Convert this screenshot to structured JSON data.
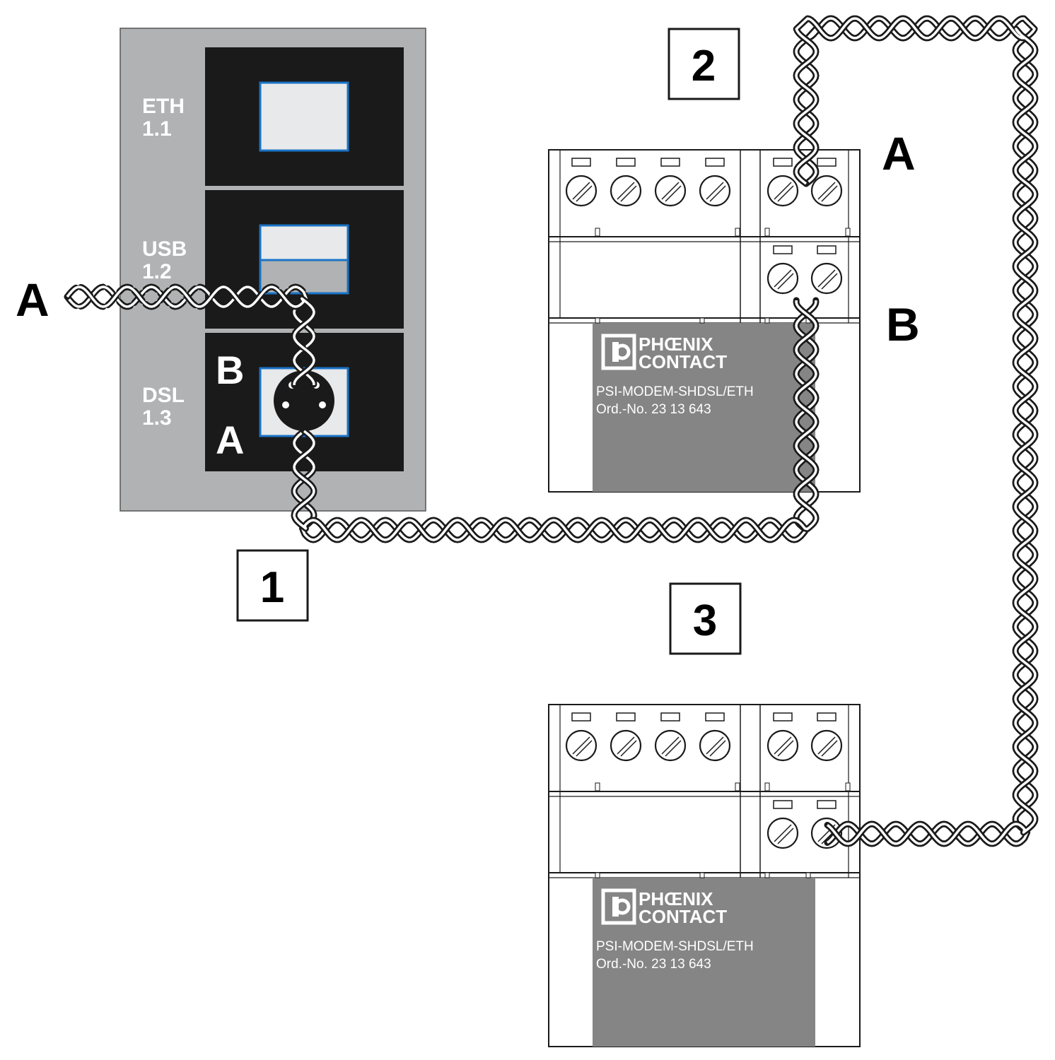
{
  "colors": {
    "panel": "#b0b2b3",
    "module_black": "#1a1a1a",
    "port_fill": "#e8e9eb",
    "port_border": "#1a74c6",
    "modem_label_bg": "#858585",
    "line": "#1a1a1a"
  },
  "device": {
    "slots": [
      {
        "label_line1": "ETH",
        "label_line2": "1.1"
      },
      {
        "label_line1": "USB",
        "label_line2": "1.2"
      },
      {
        "label_line1": "DSL",
        "label_line2": "1.3"
      }
    ],
    "dsl_pin_b": "B",
    "dsl_pin_a": "A"
  },
  "wire_label_a": "A",
  "callouts": {
    "one": "1",
    "two": "2",
    "three": "3"
  },
  "modem_top": {
    "label_a": "A",
    "label_b": "B",
    "brand_line1": "PHŒNIX",
    "brand_line2": "CONTACT",
    "product": "PSI-MODEM-SHDSL/ETH",
    "order_no": "Ord.-No. 23  13  643",
    "logo": "phoenix-contact-logo"
  },
  "modem_bottom": {
    "brand_line1": "PHŒNIX",
    "brand_line2": "CONTACT",
    "product": "PSI-MODEM-SHDSL/ETH",
    "order_no": "Ord.-No. 23  13  643",
    "logo": "phoenix-contact-logo"
  }
}
